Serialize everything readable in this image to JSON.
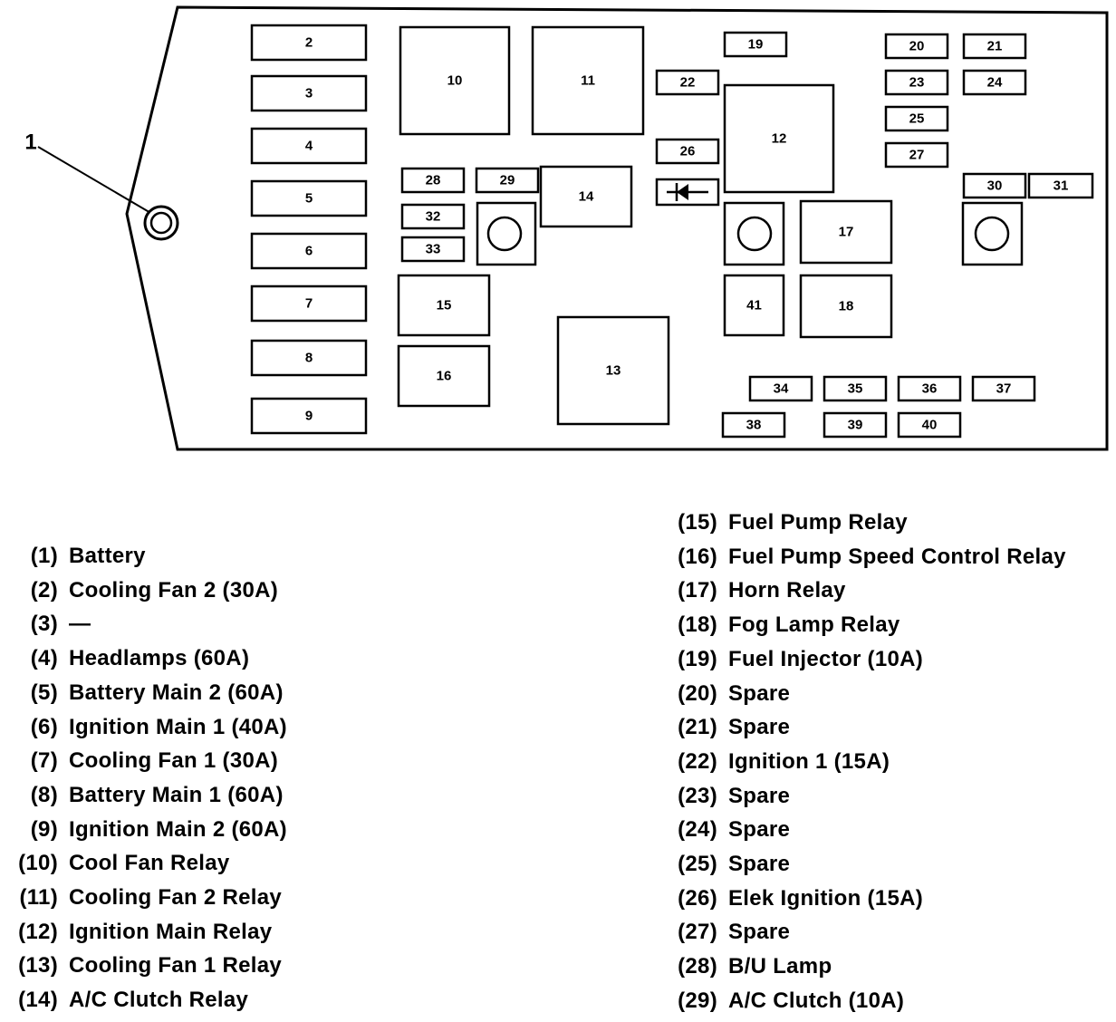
{
  "diagram": {
    "callout_label": "1",
    "components": [
      {
        "id": "2",
        "kind": "fuse"
      },
      {
        "id": "3",
        "kind": "fuse"
      },
      {
        "id": "4",
        "kind": "fuse"
      },
      {
        "id": "5",
        "kind": "fuse"
      },
      {
        "id": "6",
        "kind": "fuse"
      },
      {
        "id": "7",
        "kind": "fuse"
      },
      {
        "id": "8",
        "kind": "fuse"
      },
      {
        "id": "9",
        "kind": "fuse"
      },
      {
        "id": "10",
        "kind": "relay"
      },
      {
        "id": "11",
        "kind": "relay"
      },
      {
        "id": "12",
        "kind": "relay"
      },
      {
        "id": "13",
        "kind": "relay"
      },
      {
        "id": "14",
        "kind": "relay"
      },
      {
        "id": "15",
        "kind": "relay"
      },
      {
        "id": "16",
        "kind": "relay"
      },
      {
        "id": "17",
        "kind": "relay"
      },
      {
        "id": "18",
        "kind": "relay"
      },
      {
        "id": "19",
        "kind": "fuse"
      },
      {
        "id": "20",
        "kind": "fuse"
      },
      {
        "id": "21",
        "kind": "fuse"
      },
      {
        "id": "22",
        "kind": "fuse"
      },
      {
        "id": "23",
        "kind": "fuse"
      },
      {
        "id": "24",
        "kind": "fuse"
      },
      {
        "id": "25",
        "kind": "fuse"
      },
      {
        "id": "26",
        "kind": "fuse"
      },
      {
        "id": "27",
        "kind": "fuse"
      },
      {
        "id": "28",
        "kind": "fuse"
      },
      {
        "id": "29",
        "kind": "fuse"
      },
      {
        "id": "30",
        "kind": "fuse"
      },
      {
        "id": "31",
        "kind": "fuse"
      },
      {
        "id": "32",
        "kind": "fuse"
      },
      {
        "id": "33",
        "kind": "fuse"
      },
      {
        "id": "34",
        "kind": "fuse"
      },
      {
        "id": "35",
        "kind": "fuse"
      },
      {
        "id": "36",
        "kind": "fuse"
      },
      {
        "id": "37",
        "kind": "fuse"
      },
      {
        "id": "38",
        "kind": "fuse"
      },
      {
        "id": "39",
        "kind": "fuse"
      },
      {
        "id": "40",
        "kind": "fuse"
      },
      {
        "id": "41",
        "kind": "relay"
      }
    ],
    "icons": [
      "battery-terminal-icon",
      "diode-icon",
      "mount-post-icon"
    ]
  },
  "legend_left": [
    {
      "ref": "(1)",
      "label": "Battery"
    },
    {
      "ref": "(2)",
      "label": "Cooling Fan 2 (30A)"
    },
    {
      "ref": "(3)",
      "label": "—"
    },
    {
      "ref": "(4)",
      "label": "Headlamps (60A)"
    },
    {
      "ref": "(5)",
      "label": "Battery Main 2 (60A)"
    },
    {
      "ref": "(6)",
      "label": "Ignition Main 1 (40A)"
    },
    {
      "ref": "(7)",
      "label": "Cooling Fan 1 (30A)"
    },
    {
      "ref": "(8)",
      "label": "Battery Main 1 (60A)"
    },
    {
      "ref": "(9)",
      "label": "Ignition Main 2 (60A)"
    },
    {
      "ref": "(10)",
      "label": "Cool Fan Relay"
    },
    {
      "ref": "(11)",
      "label": "Cooling Fan 2 Relay"
    },
    {
      "ref": "(12)",
      "label": "Ignition Main Relay"
    },
    {
      "ref": "(13)",
      "label": "Cooling Fan 1 Relay"
    },
    {
      "ref": "(14)",
      "label": "A/C Clutch Relay"
    }
  ],
  "legend_right": [
    {
      "ref": "(15)",
      "label": "Fuel Pump Relay"
    },
    {
      "ref": "(16)",
      "label": "Fuel Pump Speed Control Relay"
    },
    {
      "ref": "(17)",
      "label": "Horn Relay"
    },
    {
      "ref": "(18)",
      "label": "Fog Lamp Relay"
    },
    {
      "ref": "(19)",
      "label": "Fuel Injector (10A)"
    },
    {
      "ref": "(20)",
      "label": "Spare"
    },
    {
      "ref": "(21)",
      "label": "Spare"
    },
    {
      "ref": "(22)",
      "label": "Ignition 1 (15A)"
    },
    {
      "ref": "(23)",
      "label": "Spare"
    },
    {
      "ref": "(24)",
      "label": "Spare"
    },
    {
      "ref": "(25)",
      "label": "Spare"
    },
    {
      "ref": "(26)",
      "label": "Elek Ignition (15A)"
    },
    {
      "ref": "(27)",
      "label": "Spare"
    },
    {
      "ref": "(28)",
      "label": "B/U Lamp"
    },
    {
      "ref": "(29)",
      "label": "A/C Clutch (10A)"
    }
  ]
}
